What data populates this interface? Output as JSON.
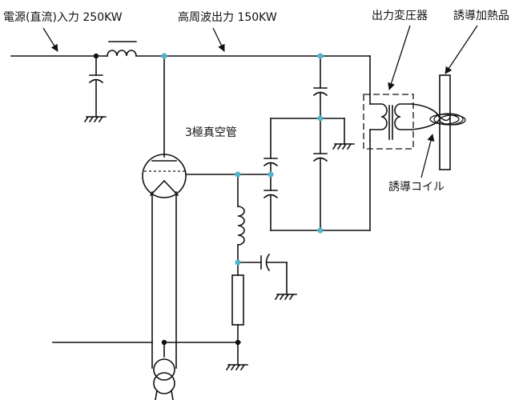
{
  "labels": {
    "power_input": "電源(直流)入力 250KW",
    "hf_output": "高周波出力 150KW",
    "output_transformer": "出力変圧器",
    "induction_workpiece": "誘導加熱品",
    "triode": "3極真空管",
    "induction_coil": "誘導コイル"
  },
  "colors": {
    "wire": "#111111",
    "node": "#52b4cc",
    "background": "#ffffff"
  }
}
